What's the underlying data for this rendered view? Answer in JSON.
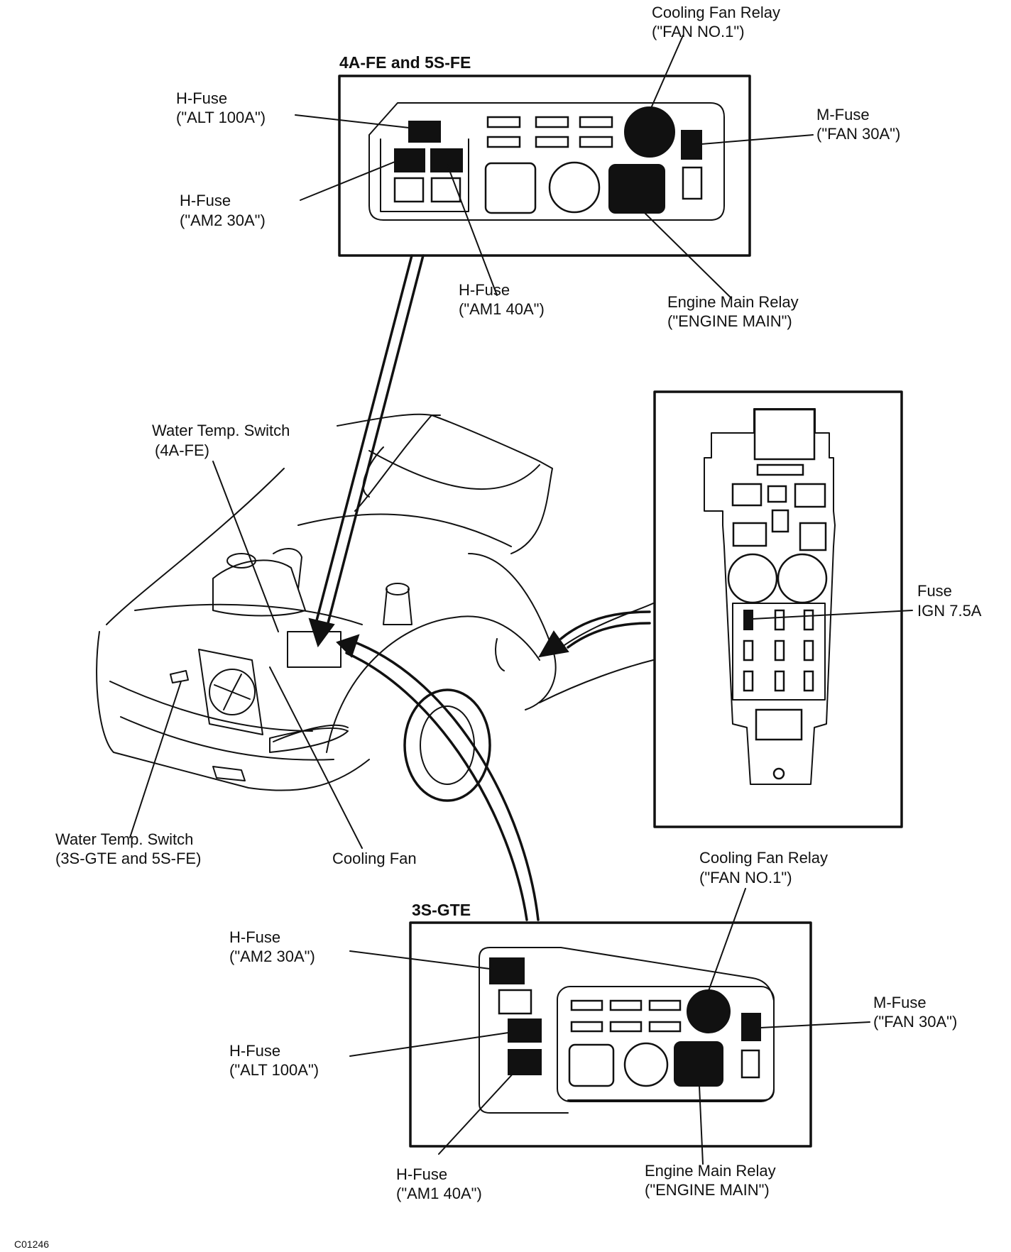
{
  "panels": {
    "top": {
      "header": "4A-FE and 5S-FE",
      "callouts": {
        "cooling_fan_relay": {
          "name": "Cooling Fan Relay",
          "code": "(\"FAN NO.1\")"
        },
        "m_fuse_fan": {
          "name": "M-Fuse",
          "code": "(\"FAN 30A\")"
        },
        "h_fuse_alt": {
          "name": "H-Fuse",
          "code": "(\"ALT 100A\")"
        },
        "h_fuse_am2": {
          "name": "H-Fuse",
          "code": "(\"AM2 30A\")"
        },
        "h_fuse_am1": {
          "name": "H-Fuse",
          "code": "(\"AM1 40A\")"
        },
        "engine_main_relay": {
          "name": "Engine Main Relay",
          "code": "(\"ENGINE MAIN\")"
        }
      }
    },
    "side": {
      "callouts": {
        "fuse_ign": {
          "name": "Fuse",
          "code": "IGN 7.5A"
        }
      }
    },
    "bottom": {
      "header": "3S-GTE",
      "callouts": {
        "cooling_fan_relay": {
          "name": "Cooling Fan Relay",
          "code": "(\"FAN NO.1\")"
        },
        "m_fuse_fan": {
          "name": "M-Fuse",
          "code": "(\"FAN 30A\")"
        },
        "h_fuse_am2": {
          "name": "H-Fuse",
          "code": "(\"AM2 30A\")"
        },
        "h_fuse_alt": {
          "name": "H-Fuse",
          "code": "(\"ALT 100A\")"
        },
        "h_fuse_am1": {
          "name": "H-Fuse",
          "code": "(\"AM1 40A\")"
        },
        "engine_main_relay": {
          "name": "Engine Main Relay",
          "code": "(\"ENGINE MAIN\")"
        }
      }
    }
  },
  "car_callouts": {
    "water_temp_switch_4afe": {
      "name": "Water Temp. Switch",
      "code": "(4A-FE)"
    },
    "water_temp_switch_3sgte": {
      "name": "Water Temp. Switch",
      "code": "(3S-GTE and 5S-FE)"
    },
    "cooling_fan": {
      "name": "Cooling Fan"
    }
  },
  "figure_code": "C01246"
}
